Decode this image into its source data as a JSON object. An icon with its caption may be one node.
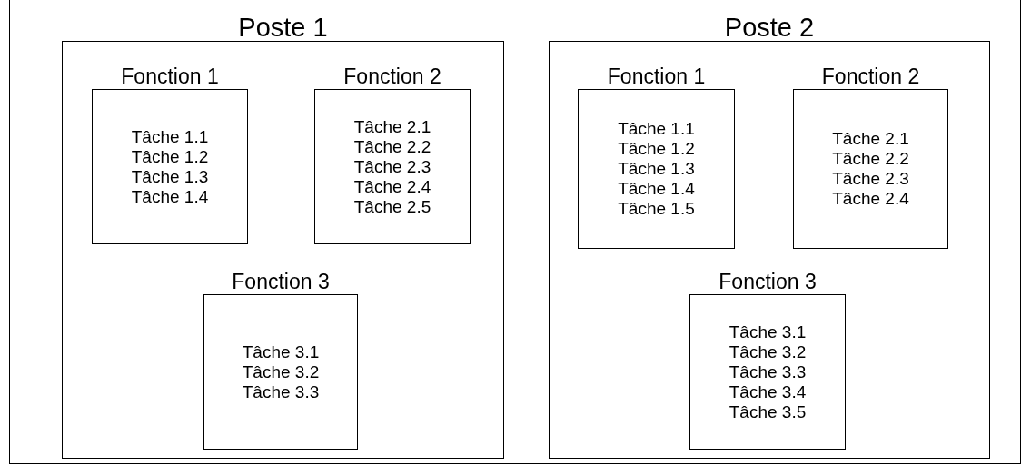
{
  "diagram": {
    "nodes": [
      {
        "text": [
          "Poste 1"
        ]
      },
      {
        "text": [
          "Fonction 1",
          "Tâche 1.1",
          "Tâche 1.2",
          "Tâche 1.3",
          "Tâche 1.4"
        ],
        "in": 0
      },
      {
        "text": [
          "Fonction 2",
          "Tâche 2.1",
          "Tâche 2.2",
          "Tâche 2.3",
          "Tâche 2.4",
          "Tâche 2.5"
        ],
        "in": 0
      },
      {
        "text": [
          "Fonction 3",
          "Tâche 3.1",
          "Tâche 3.2",
          "Tâche 3.3"
        ],
        "in": 0
      },
      {
        "text": [
          "Poste 2"
        ]
      },
      {
        "text": [
          "Fonction 1",
          "Tâche 1.1",
          "Tâche 1.2",
          "Tâche 1.3",
          "Tâche 1.4",
          "Tâche 1.5"
        ],
        "in": 4
      },
      {
        "text": [
          "Fonction 2",
          "Tâche 2.1",
          "Tâche 2.2",
          "Tâche 2.3",
          "Tâche 2.4"
        ],
        "in": 4
      },
      {
        "text": [
          "Fonction 3",
          "Tâche 3.1",
          "Tâche 3.2",
          "Tâche 3.3",
          "Tâche 3.4",
          "Tâche 3.5"
        ],
        "in": 4
      }
    ]
  }
}
